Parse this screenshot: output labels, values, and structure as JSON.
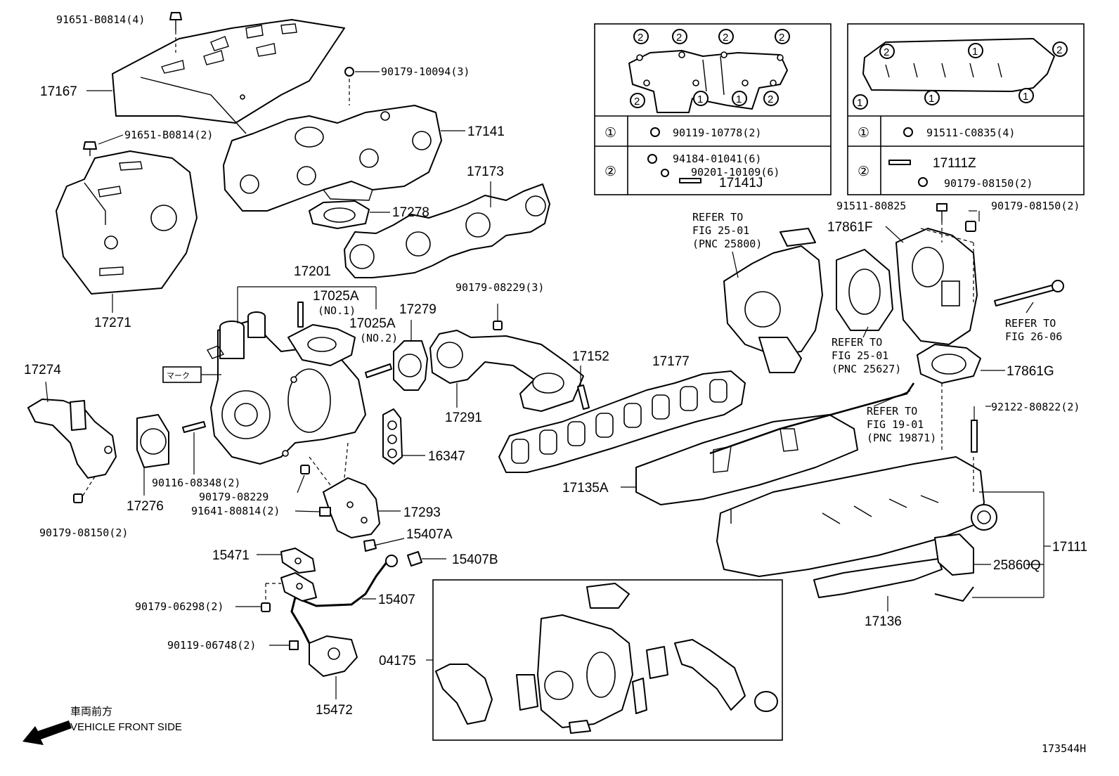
{
  "diagram_id": "173544H",
  "front_note": {
    "jp": "車両前方",
    "en": "VEHICLE FRONT SIDE"
  },
  "mark_label": "マーク",
  "labels": {
    "p91651_top": "91651-B0814(4)",
    "p17167": "17167",
    "p90179_10094": "90179-10094(3)",
    "p91651_mid": "91651-B0814(2)",
    "p17141": "17141",
    "p17173": "17173",
    "p17278": "17278",
    "p17271": "17271",
    "p17201": "17201",
    "p17025A1": "17025A",
    "p17025A1_sub": "(NO.1)",
    "p17025A2": "17025A",
    "p17025A2_sub": "(NO.2)",
    "p17279": "17279",
    "p90179_08229_3": "90179-08229(3)",
    "p17152": "17152",
    "p17177": "17177",
    "p17291": "17291",
    "p16347": "16347",
    "p17274": "17274",
    "p17276": "17276",
    "p90116": "90116-08348(2)",
    "p90179_08229": "90179-08229",
    "p91641": "91641-80814(2)",
    "p17293": "17293",
    "p90179_08150_left": "90179-08150(2)",
    "p15407A": "15407A",
    "p15407B": "15407B",
    "p15471": "15471",
    "p15407": "15407",
    "p90179_06298": "90179-06298(2)",
    "p90119_06748": "90119-06748(2)",
    "p15472": "15472",
    "p04175": "04175",
    "p17135A": "17135A",
    "p17136": "17136",
    "p17111": "17111",
    "p25860Q": "25860Q",
    "p17861F": "17861F",
    "p17861G": "17861G",
    "p91511_80825": "91511-80825",
    "p90179_08150_right": "90179-08150(2)",
    "p92122": "92122-80822(2)"
  },
  "refer_notes": [
    {
      "line1": "REFER TO",
      "line2": "FIG 25-01",
      "line3": "(PNC 25800)"
    },
    {
      "line1": "REFER TO",
      "line2": "FIG 25-01",
      "line3": "(PNC 25627)"
    },
    {
      "line1": "REFER TO",
      "line2": "FIG 19-01",
      "line3": "(PNC 19871)"
    },
    {
      "line1": "REFER TO",
      "line2": "FIG 26-06"
    }
  ],
  "inset_left": {
    "row1_num": "①",
    "row1_parts": [
      "90119-10778(2)"
    ],
    "row2_num": "②",
    "row2_parts": [
      "94184-01041(6)",
      "90201-10109(6)",
      "17141J"
    ]
  },
  "inset_right": {
    "row1_num": "①",
    "row1_parts": [
      "91511-C0835(4)"
    ],
    "row2_num": "②",
    "row2_parts": [
      "17111Z",
      "90179-08150(2)"
    ]
  },
  "circle_marks": {
    "one": "1",
    "two": "2"
  }
}
